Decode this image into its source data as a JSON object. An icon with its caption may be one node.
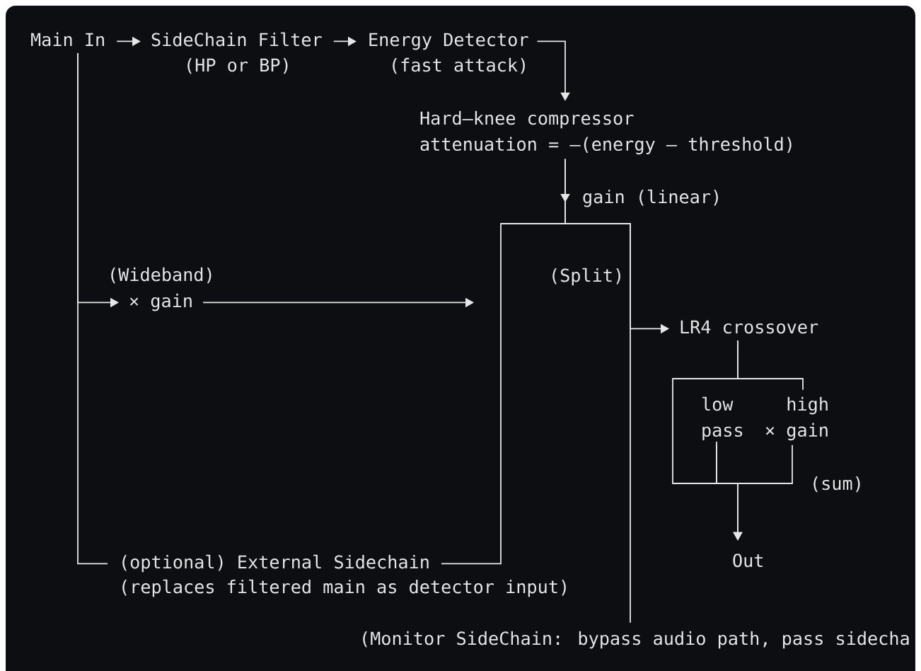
{
  "diagram": {
    "nodes": [
      {
        "text": [
          "Main In"
        ]
      },
      {
        "text": [
          "SideChain Filter"
        ],
        "beside": [
          "(HP or BP)"
        ]
      },
      {
        "text": [
          "Energy Detector"
        ],
        "beside": [
          "(fast attack)"
        ]
      },
      {
        "text": [
          "Hard–knee compressor",
          "attenuation = –(energy – threshold)"
        ]
      },
      {
        "text": [
          "× gain"
        ],
        "beside": [
          "(Wideband)"
        ]
      },
      {
        "text": [
          "LR4 crossover"
        ]
      },
      {
        "text": [
          "low pass"
        ]
      },
      {
        "text": [
          "high",
          "× gain"
        ]
      },
      {
        "text": [
          "(optional) External Sidechain"
        ],
        "beside": [
          "(replaces filtered main as detector input)"
        ]
      },
      {
        "text": [
          "Out"
        ]
      },
      {
        "text": [
          "(Monitor SideChain: bypass audio path, pass sidecha"
        ]
      }
    ],
    "edges": [
      {
        "from": 0,
        "to": 1,
        "arrow": "to"
      },
      {
        "from": 1,
        "to": 2,
        "arrow": "to"
      },
      {
        "from": 2,
        "to": 3,
        "arrow": "to"
      },
      {
        "from": 0,
        "to": 4,
        "arrow": "to"
      },
      {
        "from": 4,
        "to": null,
        "arrow": "to"
      },
      {
        "from": 0,
        "to": 8,
        "arrow": "none"
      },
      {
        "from": 3,
        "to": 5,
        "arrow": "to",
        "label": "gain (linear)"
      },
      {
        "from": 3,
        "to": 8,
        "arrow": "none"
      },
      {
        "from": 3,
        "to": 10,
        "arrow": "none",
        "label": "(Split)"
      },
      {
        "from": 5,
        "to": 6,
        "arrow": "none"
      },
      {
        "from": 5,
        "to": 7,
        "arrow": "none"
      },
      {
        "from": 6,
        "to": 9,
        "arrow": "to"
      },
      {
        "from": 7,
        "to": 9,
        "arrow": "to",
        "label": "(sum)"
      }
    ]
  }
}
